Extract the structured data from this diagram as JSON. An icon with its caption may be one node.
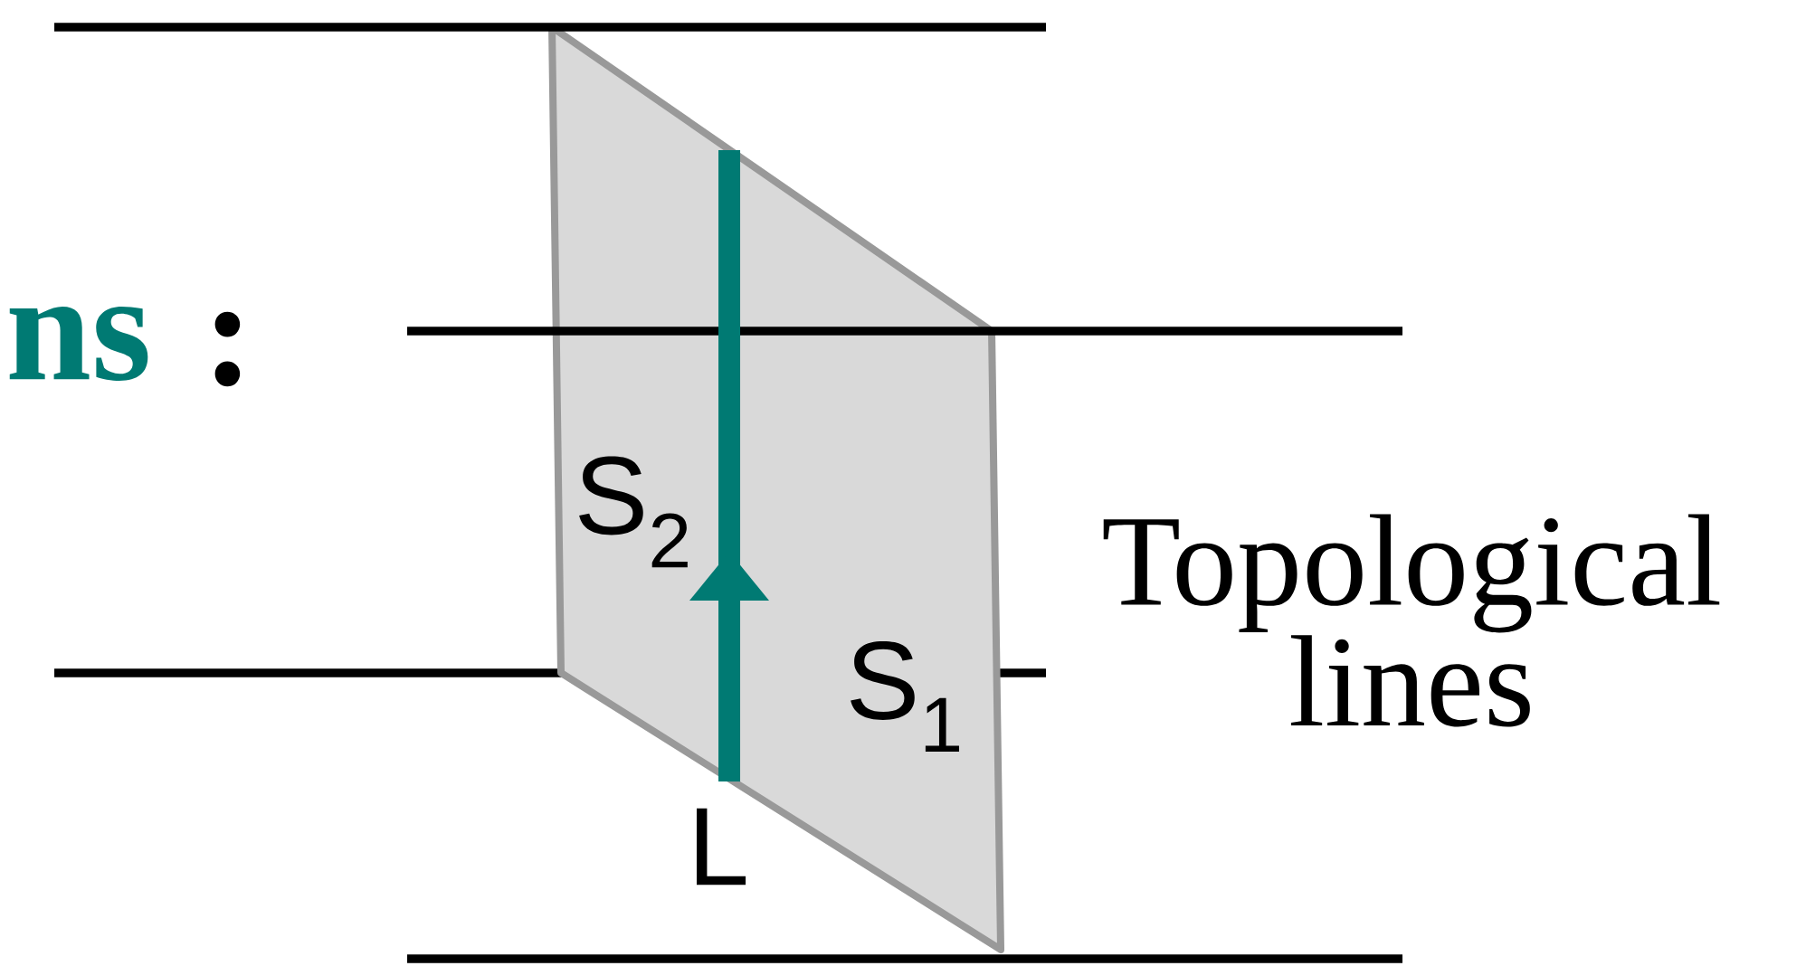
{
  "diagram": {
    "labels": [
      "ns",
      ":",
      "S$_{2}$",
      "S$_{1}$",
      "L",
      "Topological lines"
    ]
  }
}
